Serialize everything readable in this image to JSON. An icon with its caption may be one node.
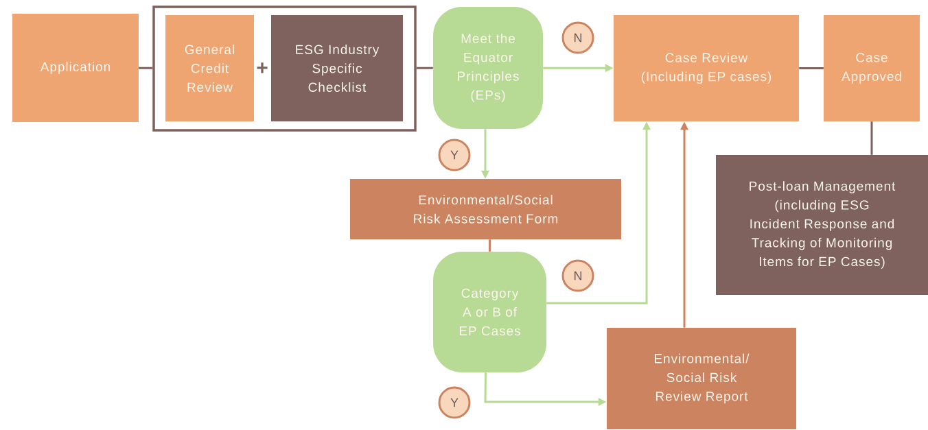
{
  "diagram": {
    "nodes": [
      {
        "text": [
          "Application"
        ]
      },
      {
        "text": [],
        "shape": "box"
      },
      {
        "text": [
          "General Credit Review"
        ],
        "in": 1
      },
      {
        "text": [
          "ESG Industry Specific Checklist"
        ],
        "in": 1
      },
      {
        "text": [
          "Meet the Equator Principles (EPs)"
        ]
      },
      {
        "text": [
          "Case Review (Including EP cases)"
        ]
      },
      {
        "text": [
          "Case Approved"
        ]
      },
      {
        "text": [
          "Environmental/Social Risk Assessment Form"
        ]
      },
      {
        "text": [
          "Category A or B of EP Cases"
        ]
      },
      {
        "text": [
          "Environmental/ Social Risk Review Report"
        ]
      },
      {
        "text": [
          "Post-loan Management (including ESG Incident Response and Tracking of Monitoring Items for EP Cases)"
        ]
      },
      {
        "text": [
          "N"
        ]
      },
      {
        "text": [
          "Y"
        ]
      },
      {
        "text": [
          "N"
        ]
      },
      {
        "text": [
          "Y"
        ]
      }
    ],
    "edges": [
      {
        "from": 0,
        "to": 1,
        "arrow": "none",
        "color": "#7f625d"
      },
      {
        "from": 1,
        "to": 4,
        "arrow": "none",
        "color": "#7f625d"
      },
      {
        "from": 4,
        "to": 5,
        "arrow": "to",
        "color": "#b7da94"
      },
      {
        "from": 4,
        "to": 7,
        "arrow": "to",
        "color": "#b7da94"
      },
      {
        "from": 5,
        "to": 6,
        "arrow": "none",
        "color": "#7f625d"
      },
      {
        "from": 6,
        "to": 10,
        "arrow": "none",
        "color": "#7f625d"
      },
      {
        "from": 7,
        "to": 8,
        "arrow": "none",
        "color": "#cc8360"
      },
      {
        "from": 8,
        "to": 5,
        "arrow": "to",
        "color": "#b7da94"
      },
      {
        "from": 9,
        "to": 5,
        "arrow": "to",
        "color": "#cc8360"
      },
      {
        "from": 8,
        "to": 9,
        "arrow": "to",
        "color": "#b7da94"
      }
    ],
    "labels": [
      "+"
    ]
  }
}
